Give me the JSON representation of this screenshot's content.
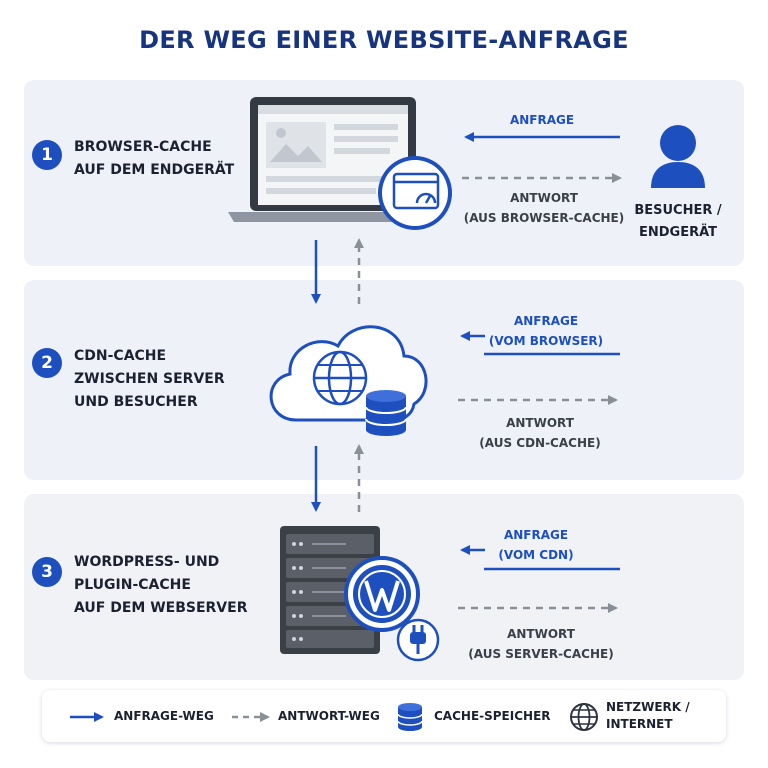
{
  "title": "DER WEG EINER WEBSITE-ANFRAGE",
  "steps": [
    {
      "number": "1",
      "label_lines": [
        "BROWSER-CACHE",
        "AUF DEM ENDGERÄT"
      ],
      "request_lines": [
        "ANFRAGE"
      ],
      "response_lines": [
        "ANTWORT",
        "(AUS BROWSER-CACHE)"
      ],
      "icons": [
        "laptop-icon",
        "browser-speed-icon"
      ]
    },
    {
      "number": "2",
      "label_lines": [
        "CDN-CACHE",
        "ZWISCHEN SERVER",
        "UND BESUCHER"
      ],
      "request_lines": [
        "ANFRAGE",
        "(VOM BROWSER)"
      ],
      "response_lines": [
        "ANTWORT",
        "(AUS CDN-CACHE)"
      ],
      "icons": [
        "cloud-globe-icon",
        "database-icon"
      ]
    },
    {
      "number": "3",
      "label_lines": [
        "WORDPRESS- UND",
        "PLUGIN-CACHE",
        "AUF DEM WEBSERVER"
      ],
      "request_lines": [
        "ANFRAGE",
        "(VOM CDN)"
      ],
      "response_lines": [
        "ANTWORT",
        "(AUS SERVER-CACHE)"
      ],
      "icons": [
        "server-icon",
        "wordpress-icon",
        "plug-icon"
      ]
    }
  ],
  "visitor": {
    "label_lines": [
      "BESUCHER /",
      "ENDGERÄT"
    ],
    "icon": "user-icon"
  },
  "legend": [
    {
      "icon": "solid-arrow-icon",
      "lines": [
        "ANFRAGE-WEG"
      ]
    },
    {
      "icon": "dashed-arrow-icon",
      "lines": [
        "ANTWORT-WEG"
      ]
    },
    {
      "icon": "database-icon",
      "lines": [
        "CACHE-SPEICHER"
      ]
    },
    {
      "icon": "globe-icon",
      "lines": [
        "NETZWERK /",
        "INTERNET"
      ]
    }
  ],
  "colors": {
    "accent": "#1e4fbf",
    "title": "#17357e",
    "response_arrow": "#8a8f98",
    "panel": "#eef2f8",
    "server": "#3b3f46"
  }
}
